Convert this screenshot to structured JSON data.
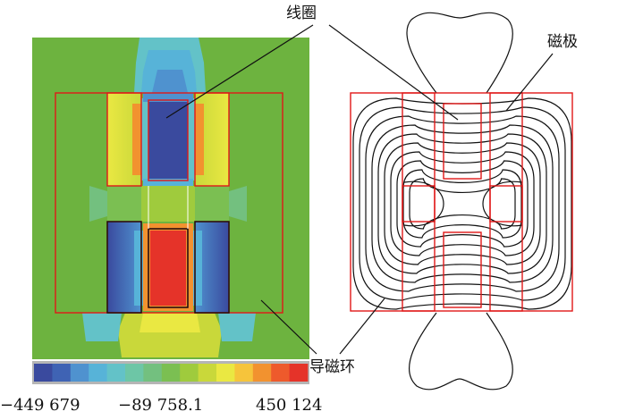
{
  "labels": {
    "coil": "线圈",
    "pole": "磁极",
    "ring": "导磁环"
  },
  "colorbar": {
    "min_label": "−449 679",
    "mid_label": "−89 758.1",
    "max_label": "450 124",
    "colors": [
      "#3a4a9e",
      "#3f63b4",
      "#4f92cf",
      "#57b3d8",
      "#63c2c8",
      "#6dc6a6",
      "#73c07f",
      "#7bbf52",
      "#9fcb3d",
      "#c9d83a",
      "#eae842",
      "#f6c43b",
      "#f2922f",
      "#ee5a2c",
      "#e53329"
    ]
  },
  "colors": {
    "background_field": "#6db33f",
    "outline_red": "#e01818",
    "contour": "#111111"
  }
}
